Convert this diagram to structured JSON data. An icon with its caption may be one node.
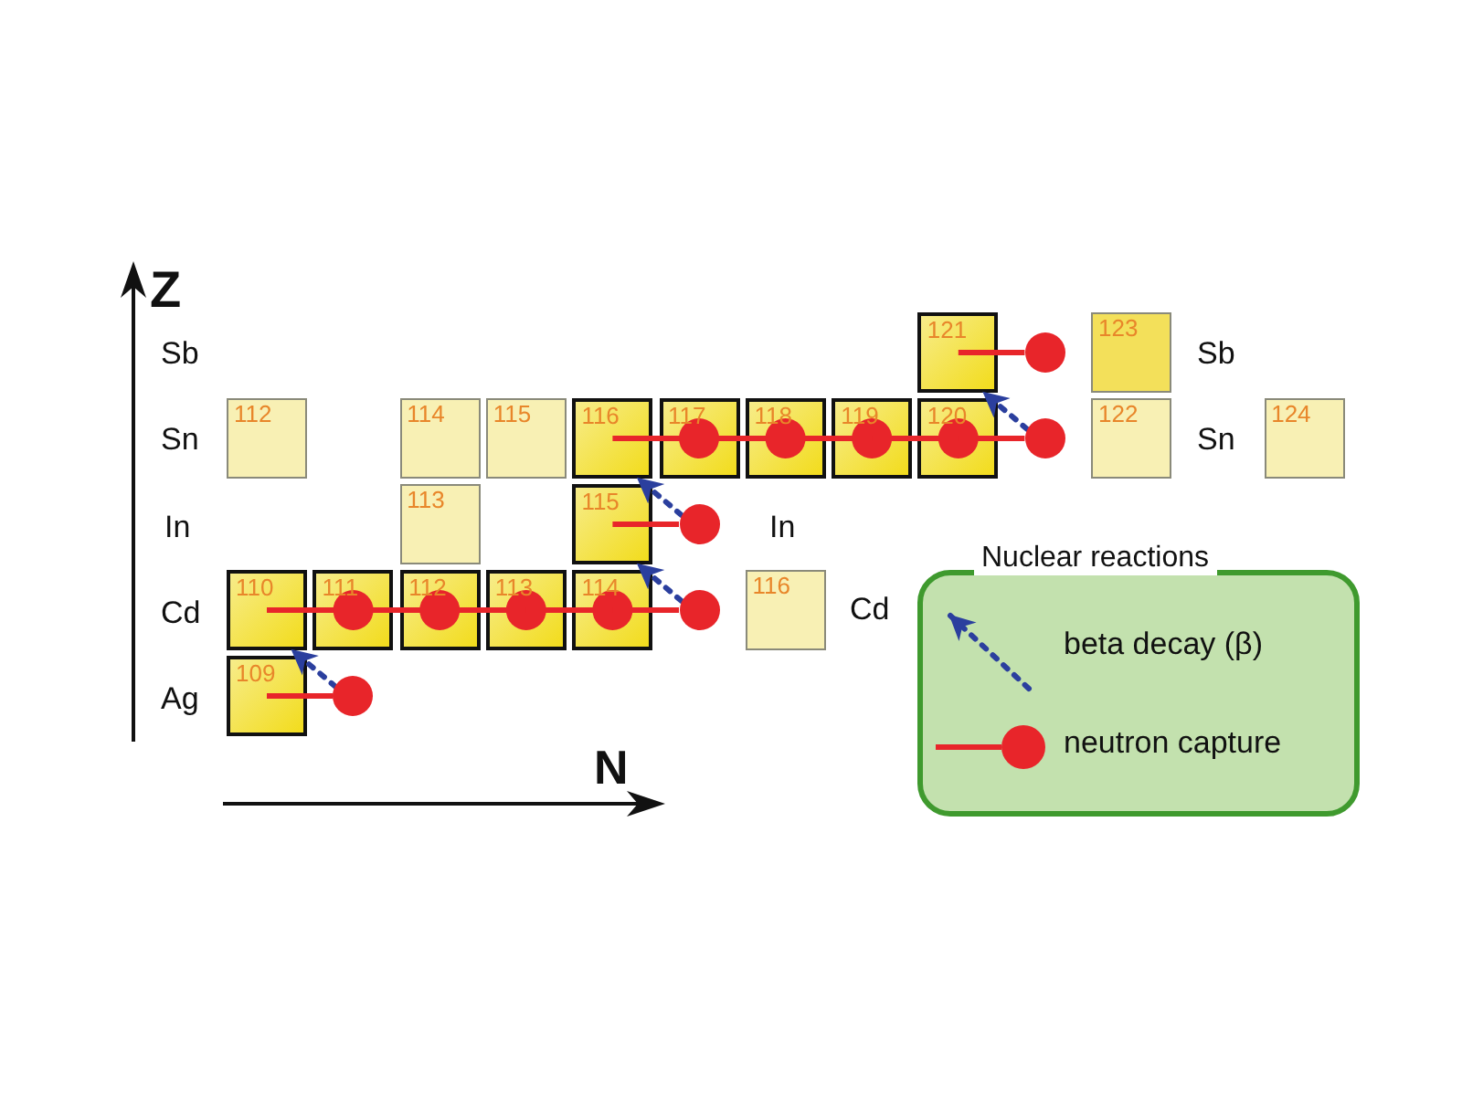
{
  "diagram": {
    "nodes": [
      {
        "text": [
          "121"
        ]
      },
      {
        "text": [],
        "shape": "circle"
      },
      {
        "text": [
          "123"
        ]
      },
      {
        "text": [
          "112"
        ]
      },
      {
        "text": [
          "114"
        ]
      },
      {
        "text": [
          "115"
        ]
      },
      {
        "text": [
          "116"
        ]
      },
      {
        "text": [
          "117"
        ]
      },
      {
        "text": [
          "118"
        ]
      },
      {
        "text": [
          "119"
        ]
      },
      {
        "text": [
          "120"
        ]
      },
      {
        "text": [],
        "shape": "circle"
      },
      {
        "text": [
          "122"
        ]
      },
      {
        "text": [
          "124"
        ]
      },
      {
        "text": [
          "113"
        ]
      },
      {
        "text": [
          "115"
        ]
      },
      {
        "text": [],
        "shape": "circle"
      },
      {
        "text": [
          "110"
        ]
      },
      {
        "text": [
          "111"
        ]
      },
      {
        "text": [
          "112"
        ]
      },
      {
        "text": [
          "113"
        ]
      },
      {
        "text": [
          "114"
        ]
      },
      {
        "text": [],
        "shape": "circle"
      },
      {
        "text": [
          "116"
        ]
      },
      {
        "text": [
          "109"
        ]
      },
      {
        "text": [],
        "shape": "circle"
      }
    ],
    "edges": [
      {
        "from": 0,
        "to": 1,
        "arrow": "none"
      },
      {
        "from": 6,
        "to": 7,
        "arrow": "other"
      },
      {
        "from": 7,
        "to": 8,
        "arrow": "other"
      },
      {
        "from": 8,
        "to": 9,
        "arrow": "other"
      },
      {
        "from": 9,
        "to": 10,
        "arrow": "other"
      },
      {
        "from": 10,
        "to": 11,
        "arrow": "none"
      },
      {
        "from": 15,
        "to": 16,
        "arrow": "none"
      },
      {
        "from": 17,
        "to": 18,
        "arrow": "other"
      },
      {
        "from": 18,
        "to": 19,
        "arrow": "other"
      },
      {
        "from": 19,
        "to": 20,
        "arrow": "other"
      },
      {
        "from": 20,
        "to": 21,
        "arrow": "other"
      },
      {
        "from": 21,
        "to": 22,
        "arrow": "none"
      },
      {
        "from": 24,
        "to": 25,
        "arrow": "none"
      },
      {
        "from": 11,
        "to": 0,
        "arrow": "to",
        "style": "dashed",
        "color": "#2b3f9e"
      },
      {
        "from": 16,
        "to": 6,
        "arrow": "to",
        "style": "dashed",
        "color": "#2b3f9e"
      },
      {
        "from": 22,
        "to": 15,
        "arrow": "to",
        "style": "dashed",
        "color": "#2b3f9e"
      },
      {
        "from": 25,
        "to": 17,
        "arrow": "to",
        "style": "dashed",
        "color": "#2b3f9e"
      }
    ],
    "labels": [
      "Z",
      "Sb",
      "Sb",
      "Sn",
      "Sn",
      "In",
      "In",
      "Cd",
      "Cd",
      "Ag",
      "N",
      "Nuclear reactions"
    ],
    "legend": [
      {
        "text": "beta decay (β)"
      },
      {
        "text": "neutron capture"
      }
    ]
  }
}
